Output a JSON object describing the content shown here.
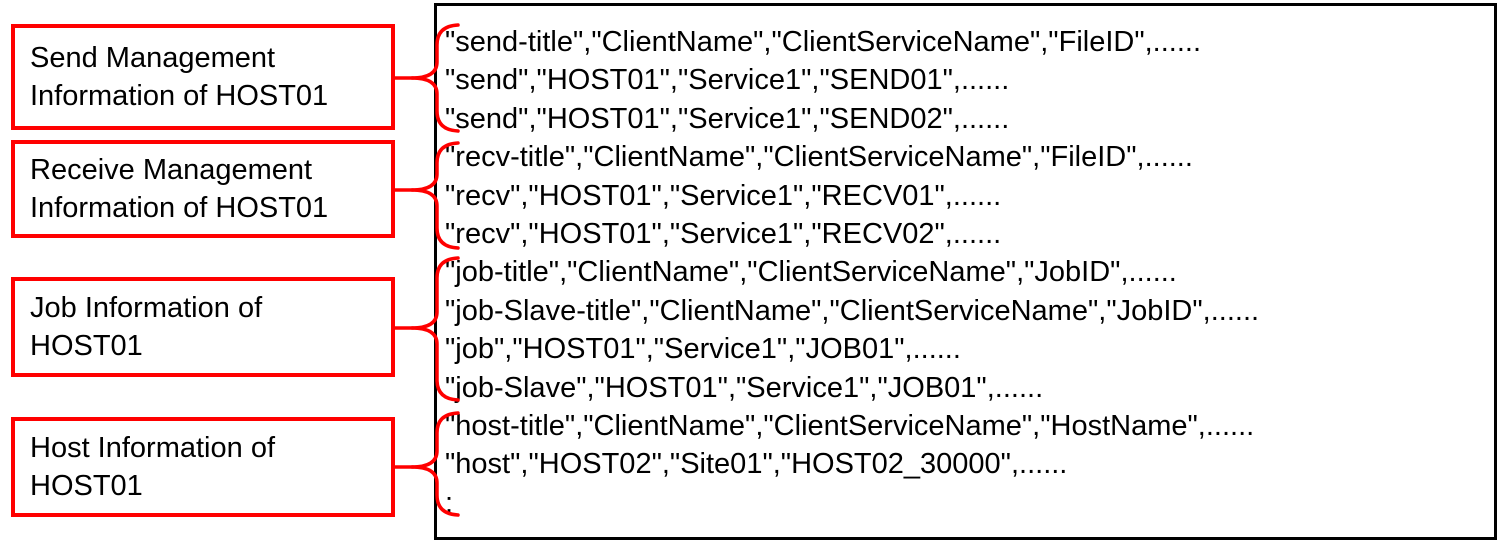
{
  "figure": {
    "description": "Annotated CSV output listing management information of HOST01"
  },
  "colors": {
    "callout_border": "#ff0000",
    "frame_border": "#000000",
    "text": "#000000",
    "background": "#ffffff"
  },
  "callouts": [
    {
      "label": "Send Management\nInformation of HOST01"
    },
    {
      "label": "Receive Management\nInformation of HOST01"
    },
    {
      "label": "Job Information of\nHOST01"
    },
    {
      "label": "Host Information of\nHOST01"
    }
  ],
  "csv_output": {
    "lines": [
      "\"send-title\",\"ClientName\",\"ClientServiceName\",\"FileID\",......",
      "\"send\",\"HOST01\",\"Service1\",\"SEND01\",......",
      "\"send\",\"HOST01\",\"Service1\",\"SEND02\",......",
      "\"recv-title\",\"ClientName\",\"ClientServiceName\",\"FileID\",......",
      "\"recv\",\"HOST01\",\"Service1\",\"RECV01\",......",
      "\"recv\",\"HOST01\",\"Service1\",\"RECV02\",......",
      "\"job-title\",\"ClientName\",\"ClientServiceName\",\"JobID\",......",
      "\"job-Slave-title\",\"ClientName\",\"ClientServiceName\",\"JobID\",......",
      "\"job\",\"HOST01\",\"Service1\",\"JOB01\",......",
      "\"job-Slave\",\"HOST01\",\"Service1\",\"JOB01\",......",
      "\"host-title\",\"ClientName\",\"ClientServiceName\",\"HostName\",......",
      "\"host\",\"HOST02\",\"Site01\",\"HOST02_30000\",......",
      ":"
    ]
  }
}
